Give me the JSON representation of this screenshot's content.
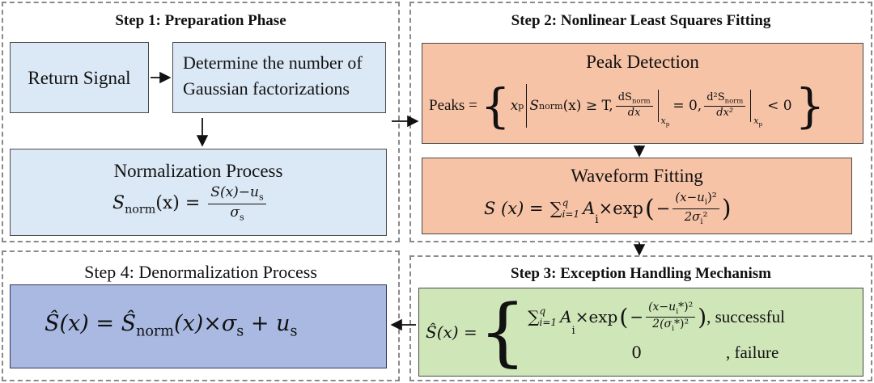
{
  "steps": {
    "step1": {
      "title": "Step 1: Preparation Phase",
      "return_signal": "Return Signal",
      "determine_line1": "Determine the number of",
      "determine_line2": "Gaussian factorizations",
      "normalization_title": "Normalization Process",
      "normalization_formula": {
        "lhs_base": "S",
        "lhs_sub": "norm",
        "lhs_arg": "(x) =",
        "numerator": "S(x)−u",
        "numerator_sub": "s",
        "denominator": "σ",
        "denominator_sub": "s"
      }
    },
    "step2": {
      "title": "Step 2: Nonlinear Least Squares Fitting",
      "peak_title": "Peak Detection",
      "peak_formula": {
        "lhs": "Peaks =",
        "xp": "x",
        "xp_sub": "p",
        "condition1": "S",
        "condition1_sub": "norm",
        "condition1_rest": "(x) ≥ T,",
        "d1_num": "dS",
        "d1_num_sub": "norm",
        "d1_den": "dx",
        "eq0": "= 0,",
        "d2_num": "d²S",
        "d2_num_sub": "norm",
        "d2_den": "dx²",
        "lt0": "< 0"
      },
      "waveform_title": "Waveform Fitting",
      "waveform_formula": {
        "lhs": "S (x) =",
        "sum": "∑",
        "sum_sup": "q",
        "sum_sub": "i=1",
        "amp": "A",
        "amp_sub": "i",
        "exp": "×exp",
        "num": "(x−u",
        "num_sub": "i",
        "num_tail": ")²",
        "den": "2σ",
        "den_sub": "i",
        "den_tail": "²"
      }
    },
    "step3": {
      "title": "Step 3: Exception Handling Mechanism",
      "formula": {
        "lhs": "Ŝ(x) =",
        "sum": "∑",
        "sum_sup": "q",
        "sum_sub": "i=1",
        "amp": "A",
        "amp_sub": "i",
        "exp": "×exp",
        "num": "(x−u",
        "num_sub": "i",
        "num_tail": "*)²",
        "den": "2(σ",
        "den_sub": "i",
        "den_tail": "*)²",
        "success": ", successful",
        "zero": "0",
        "failure": ", failure"
      }
    },
    "step4": {
      "title": "Step 4: Denormalization Process",
      "formula": {
        "lhs": "Ŝ(x) = Ŝ",
        "lhs_sub": "norm",
        "mid": "(x)×σ",
        "mid_sub": "s",
        "plus": "+ u",
        "plus_sub": "s"
      }
    }
  },
  "colors": {
    "blue_box": "#dbe8f5",
    "orange_box": "#f7c3a6",
    "green_box": "#cfe6b8",
    "dark_blue_box": "#a9b9e2",
    "panel_border": "#8a8a8a"
  }
}
